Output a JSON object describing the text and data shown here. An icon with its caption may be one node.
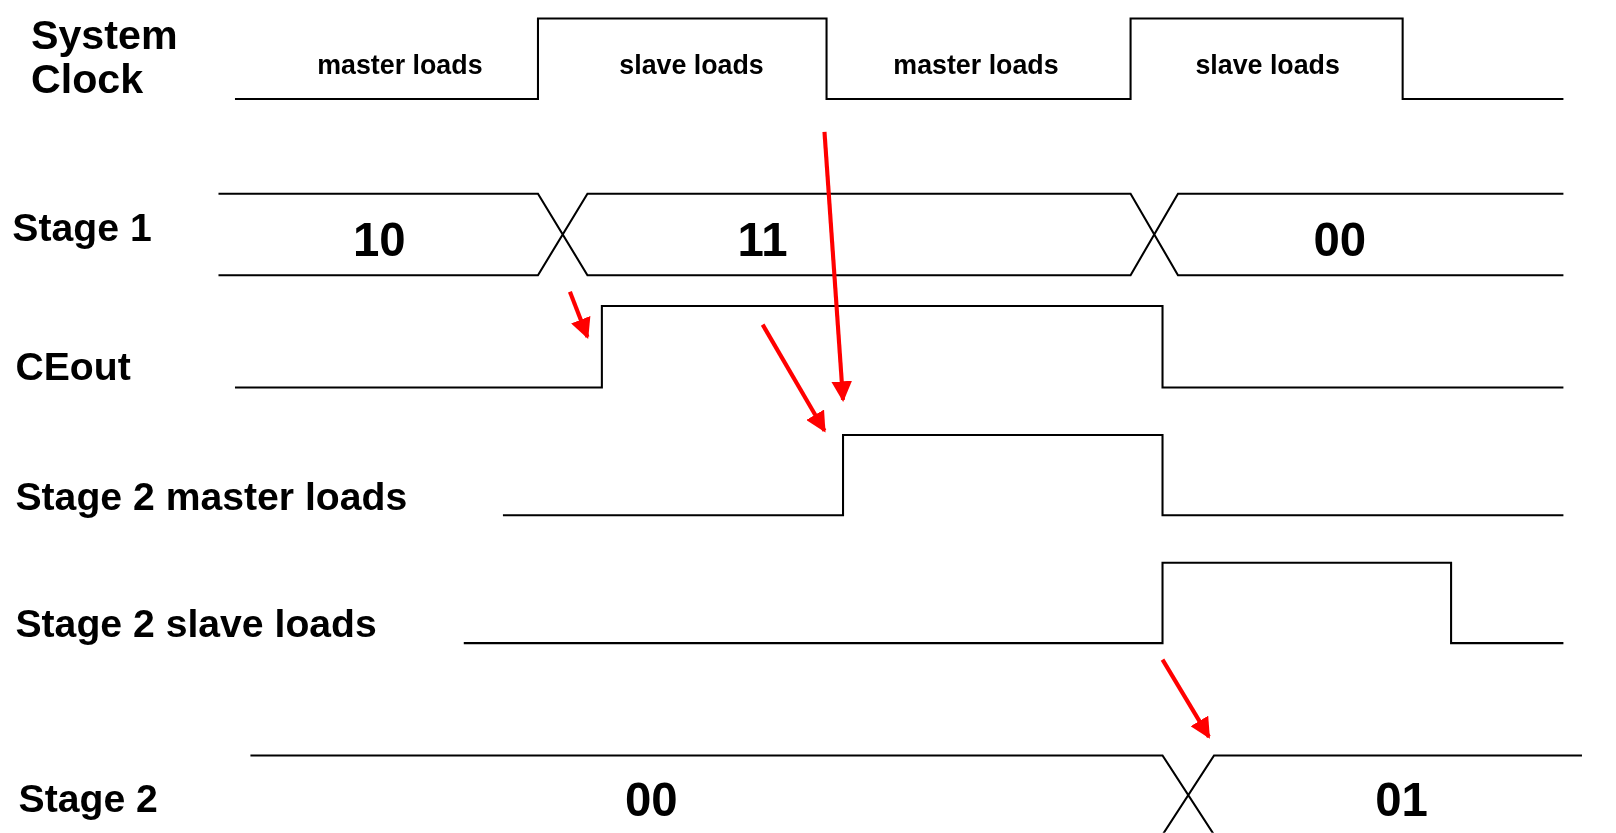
{
  "diagram": {
    "labels": [
      "System Clock",
      "master loads",
      "slave loads",
      "master loads",
      "slave loads",
      "Stage 1",
      "10",
      "11",
      "00",
      "CEout",
      "Stage 2 master loads",
      "Stage 2 slave loads",
      "Stage 2",
      "00",
      "01"
    ]
  }
}
